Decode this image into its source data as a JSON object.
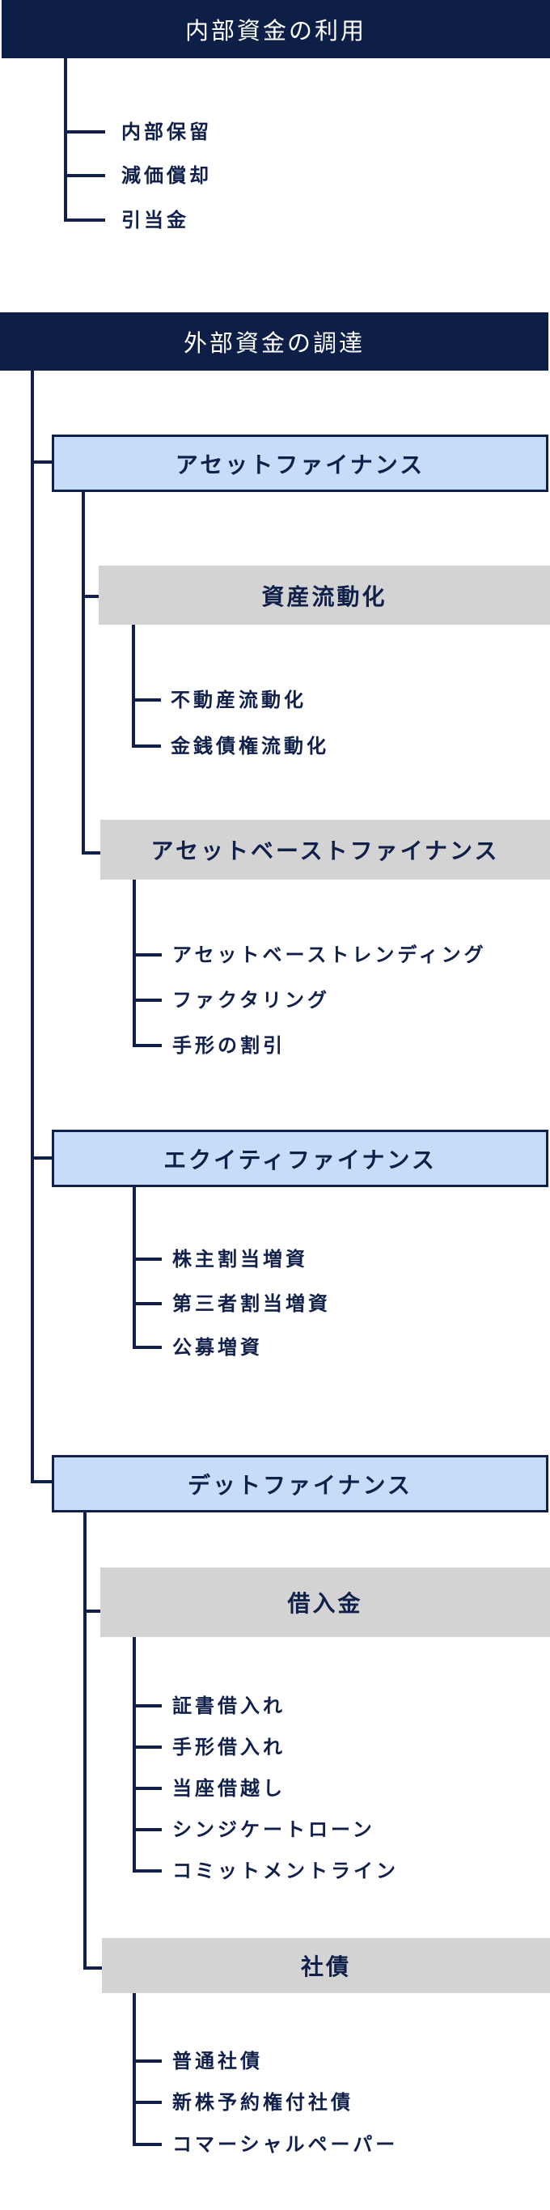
{
  "internal": {
    "title": "内部資金の利用",
    "items": [
      "内部保留",
      "減価償却",
      "引当金"
    ]
  },
  "external": {
    "title": "外部資金の調達",
    "asset_finance": {
      "title": "アセットファイナンス",
      "securitization": {
        "title": "資産流動化",
        "items": [
          "不動産流動化",
          "金銭債権流動化"
        ]
      },
      "abf": {
        "title": "アセットベーストファイナンス",
        "items": [
          "アセットベーストレンディング",
          "ファクタリング",
          "手形の割引"
        ]
      }
    },
    "equity_finance": {
      "title": "エクイティファイナンス",
      "items": [
        "株主割当増資",
        "第三者割当増資",
        "公募増資"
      ]
    },
    "debt_finance": {
      "title": "デットファイナンス",
      "loans": {
        "title": "借入金",
        "items": [
          "証書借入れ",
          "手形借入れ",
          "当座借越し",
          "シンジケートローン",
          "コミットメントライン"
        ]
      },
      "bonds": {
        "title": "社債",
        "items": [
          "普通社債",
          "新株予約権付社債",
          "コマーシャルペーパー"
        ]
      }
    }
  },
  "colors": {
    "navy": "#0e1f47",
    "light_blue": "#c5ddf8",
    "gray": "#d3d3d3"
  }
}
